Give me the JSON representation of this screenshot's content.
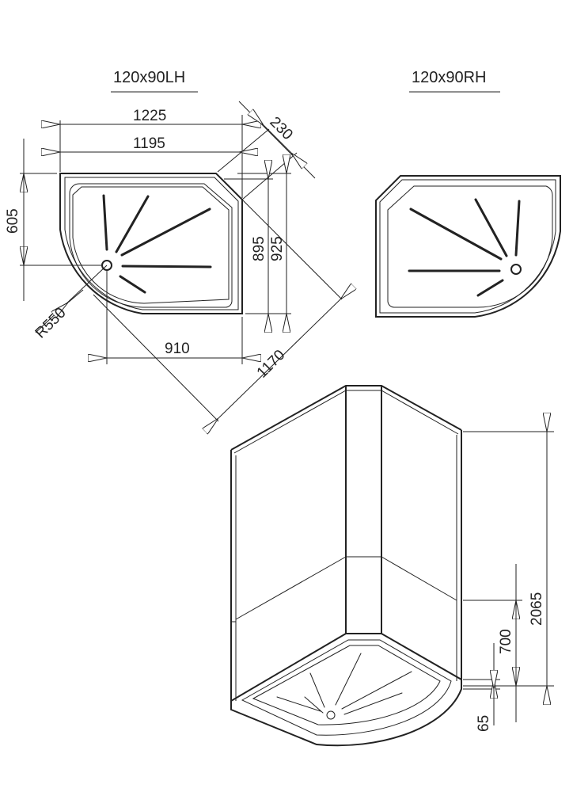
{
  "titles": {
    "left": "120x90LH",
    "right": "120x90RH"
  },
  "dimensions": {
    "width_outer": "1225",
    "width_inner": "1195",
    "chamfer": "230",
    "radius_offset": "605",
    "depth_inner": "895",
    "depth_outer": "925",
    "radius": "R550",
    "drain_offset": "910",
    "diagonal": "1170",
    "total_height": "2065",
    "panel_height": "700",
    "tray_height": "65"
  },
  "colors": {
    "line": "#222222",
    "background": "#ffffff"
  }
}
